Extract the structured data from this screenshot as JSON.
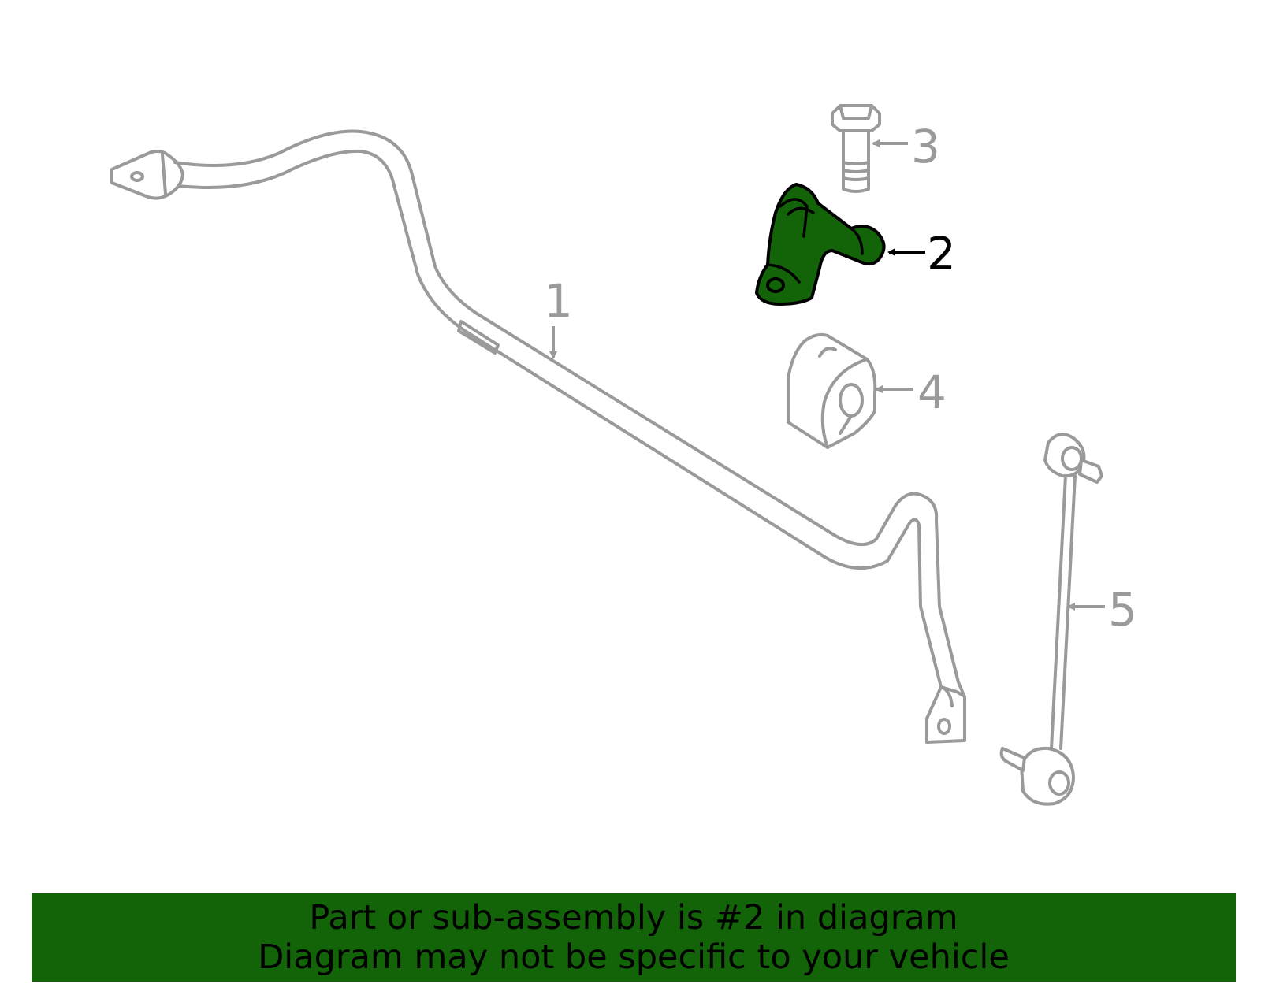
{
  "colors": {
    "highlight": "#136408",
    "banner": "#136408",
    "part_stroke": "#9a9a9a",
    "text": "#000000"
  },
  "callouts": {
    "c1": "1",
    "c2": "2",
    "c3": "3",
    "c4": "4",
    "c5": "5"
  },
  "highlighted_part": "2",
  "banner": {
    "line1": "Part or sub-assembly is #2 in diagram",
    "line2": "Diagram may not be specific to your vehicle"
  }
}
